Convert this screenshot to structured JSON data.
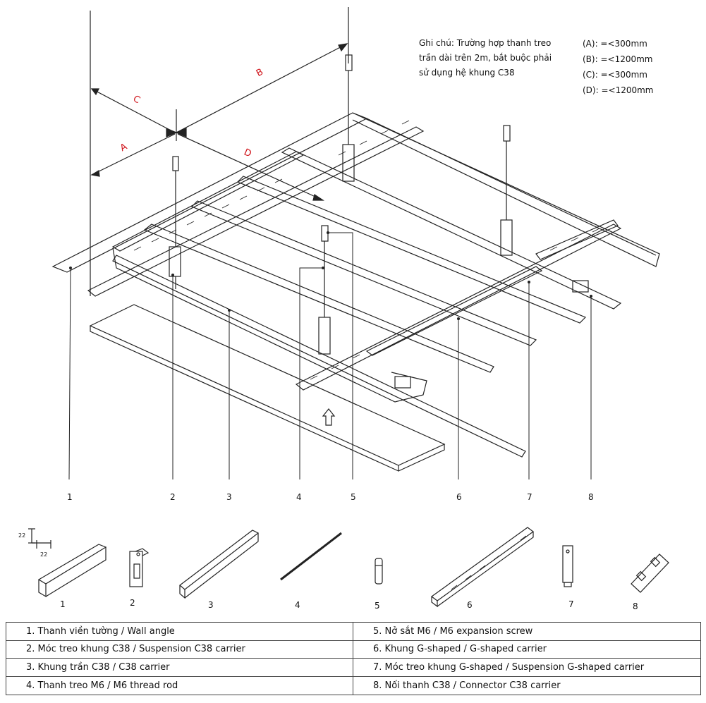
{
  "note": {
    "lines": [
      "Ghi chú: Trường hợp thanh treo",
      "trần dài trên 2m, bắt buộc phải",
      "sử dụng hệ khung C38"
    ]
  },
  "limits": [
    "(A): =<300mm",
    "(B): =<1200mm",
    "(C): =<300mm",
    "(D): =<1200mm"
  ],
  "dimension_labels": {
    "a": "A",
    "b": "B",
    "c": "C",
    "d": "D"
  },
  "callouts": [
    "1",
    "2",
    "3",
    "4",
    "5",
    "6",
    "7",
    "8"
  ],
  "part_numbers": [
    "1",
    "2",
    "3",
    "4",
    "5",
    "6",
    "7",
    "8"
  ],
  "wall_angle_size": {
    "h": "22",
    "w": "22"
  },
  "legend": {
    "left": [
      "1. Thanh viền tường / Wall angle",
      "2. Móc treo khung C38 / Suspension C38 carrier",
      "3. Khung trần C38 / C38 carrier",
      "4. Thanh treo M6 / M6 thread rod"
    ],
    "right": [
      "5. Nở sắt M6 / M6 expansion screw",
      "6. Khung G-shaped / G-shaped carrier",
      "7. Móc treo khung G-shaped  / Suspension G-shaped carrier",
      "8. Nối thanh C38 / Connector C38 carrier"
    ]
  },
  "colors": {
    "dimension": "#d0141b",
    "line": "#222222"
  }
}
